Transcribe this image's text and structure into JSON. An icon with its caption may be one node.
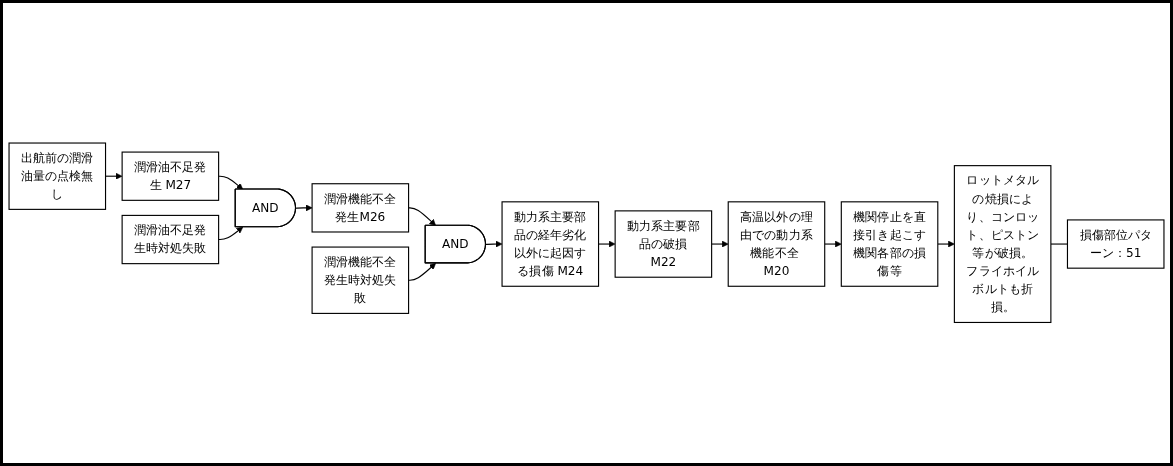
{
  "diagram": {
    "nodes": [
      {
        "text": [
          "ロットメタルの焼損により、コンロット、ピストン等が破損。",
          "フライホイルボルトも折損。"
        ]
      },
      {
        "text": [
          "損傷部位パターン：51"
        ]
      },
      {
        "text": [
          "機関停止を直接引き起こす機関各部の損傷等"
        ]
      },
      {
        "text": [
          "高温以外の理由での動力系機能不全 M20"
        ]
      },
      {
        "text": [
          "動力系主要部品の破損M22"
        ]
      },
      {
        "text": [
          "動力系主要部品の経年劣化以外に起因する損傷 M24"
        ]
      },
      {
        "text": [
          "出航前の潤滑油量の点検無し"
        ]
      },
      {
        "text": [
          "潤滑油不足発生 M27"
        ]
      },
      {
        "text": [
          "潤滑油不足発生時対処失敗"
        ]
      },
      {
        "text": [
          "AND"
        ]
      },
      {
        "text": [
          "潤滑機能不全発生M26"
        ]
      },
      {
        "text": [
          "潤滑機能不全発生時対処失敗"
        ]
      },
      {
        "text": [
          "AND"
        ]
      }
    ],
    "edges": [
      {
        "from": 0,
        "to": 1,
        "arrow": "none"
      },
      {
        "from": 2,
        "to": 0,
        "arrow": "to"
      },
      {
        "from": 3,
        "to": 2,
        "arrow": "to"
      },
      {
        "from": 4,
        "to": 3,
        "arrow": "to"
      },
      {
        "from": 5,
        "to": 4,
        "arrow": "to"
      },
      {
        "from": 6,
        "to": 7,
        "arrow": "to"
      },
      {
        "from": 7,
        "to": 9,
        "arrow": "to"
      },
      {
        "from": 8,
        "to": 9,
        "arrow": "to"
      },
      {
        "from": 9,
        "to": 10,
        "arrow": "to"
      },
      {
        "from": 10,
        "to": 12,
        "arrow": "to"
      },
      {
        "from": 11,
        "to": 12,
        "arrow": "to"
      },
      {
        "from": 12,
        "to": 5,
        "arrow": "to"
      }
    ]
  }
}
